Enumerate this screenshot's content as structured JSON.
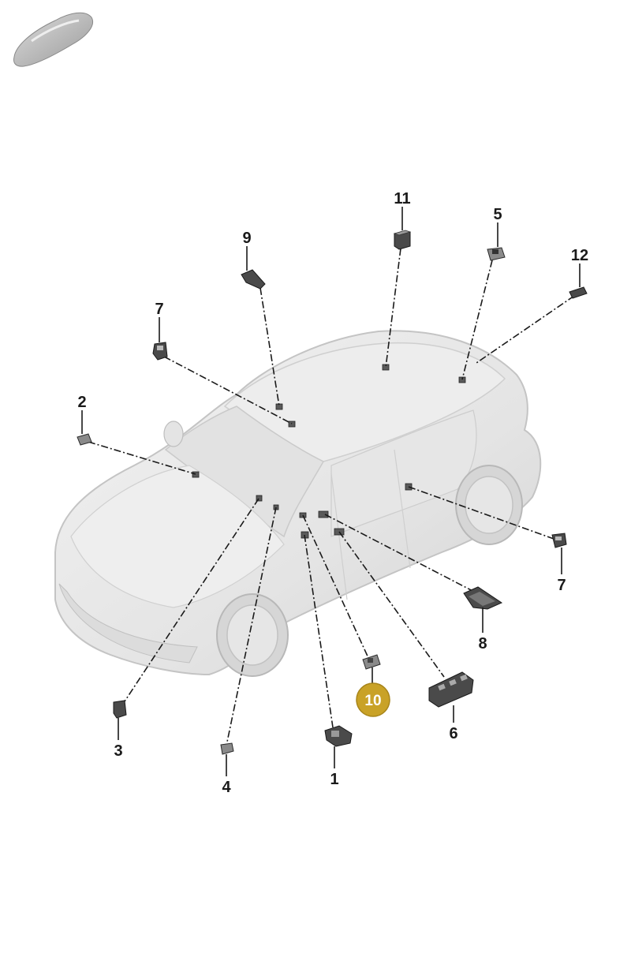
{
  "diagram": {
    "highlight_color": "#c9a227",
    "callouts": [
      {
        "id": "c11",
        "label": "11",
        "highlighted": false
      },
      {
        "id": "c5",
        "label": "5",
        "highlighted": false
      },
      {
        "id": "c9",
        "label": "9",
        "highlighted": false
      },
      {
        "id": "c12",
        "label": "12",
        "highlighted": false
      },
      {
        "id": "c7a",
        "label": "7",
        "highlighted": false
      },
      {
        "id": "c2",
        "label": "2",
        "highlighted": false
      },
      {
        "id": "c7b",
        "label": "7",
        "highlighted": false
      },
      {
        "id": "c8",
        "label": "8",
        "highlighted": false
      },
      {
        "id": "c10",
        "label": "10",
        "highlighted": true
      },
      {
        "id": "c6",
        "label": "6",
        "highlighted": false
      },
      {
        "id": "c3",
        "label": "3",
        "highlighted": false
      },
      {
        "id": "c4",
        "label": "4",
        "highlighted": false
      },
      {
        "id": "c1",
        "label": "1",
        "highlighted": false
      }
    ]
  }
}
